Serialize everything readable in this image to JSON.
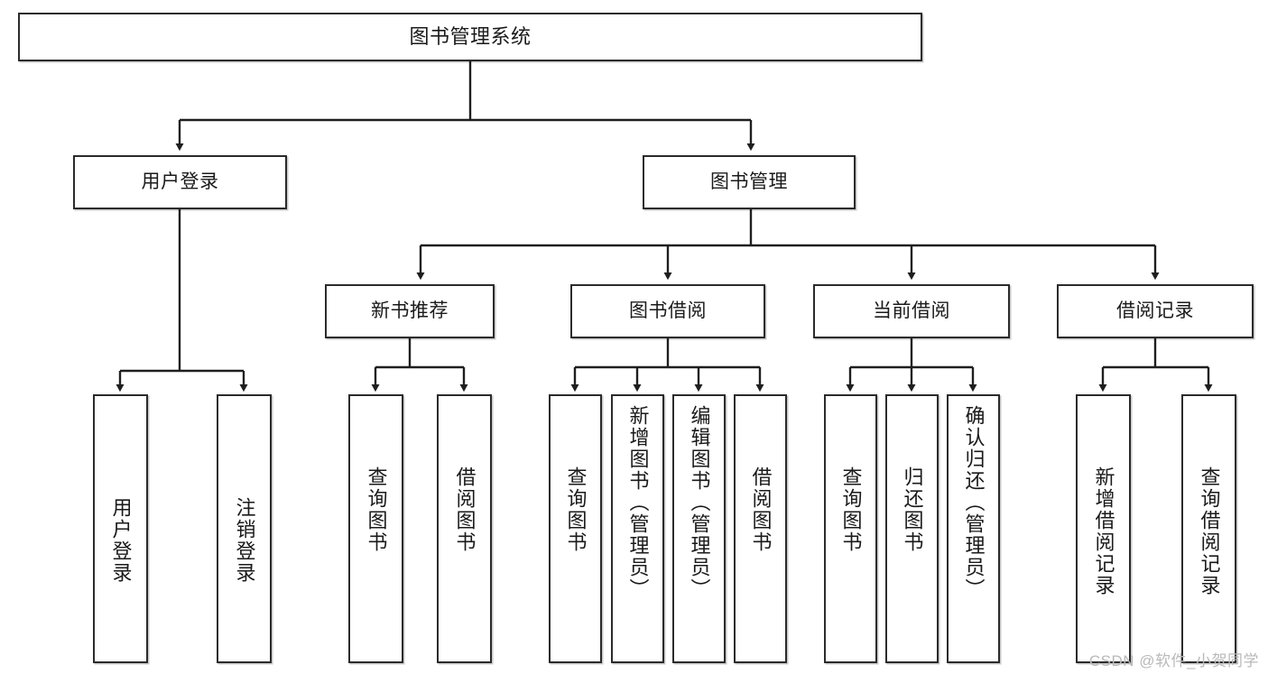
{
  "diagram": {
    "title": "图书管理系统",
    "type": "tree-hierarchy-chart",
    "watermark": "CSDN @软件_小贺同学",
    "colors": {
      "box_border": "#2b2b2b",
      "box_fill": "#ffffff",
      "edge": "#1f1f1f",
      "text": "#1a1a1a",
      "watermark": "#b9b9b9"
    },
    "root": {
      "label": "图书管理系统"
    },
    "level2": [
      {
        "label": "用户登录"
      },
      {
        "label": "图书管理"
      }
    ],
    "level3": [
      {
        "label": "新书推荐"
      },
      {
        "label": "图书借阅"
      },
      {
        "label": "当前借阅"
      },
      {
        "label": "借阅记录"
      }
    ],
    "leaves": {
      "user_login": [
        {
          "label": "用户登录"
        },
        {
          "label": "注销登录"
        }
      ],
      "new_book": [
        {
          "label": "查询图书"
        },
        {
          "label": "借阅图书"
        }
      ],
      "borrow_book": [
        {
          "label": "查询图书"
        },
        {
          "label": "新增图书（管理员）"
        },
        {
          "label": "编辑图书（管理员）"
        },
        {
          "label": "借阅图书"
        }
      ],
      "current_borrow": [
        {
          "label": "查询图书"
        },
        {
          "label": "归还图书"
        },
        {
          "label": "确认归还（管理员）"
        }
      ],
      "borrow_record": [
        {
          "label": "新增借阅记录"
        },
        {
          "label": "查询借阅记录"
        }
      ]
    }
  }
}
